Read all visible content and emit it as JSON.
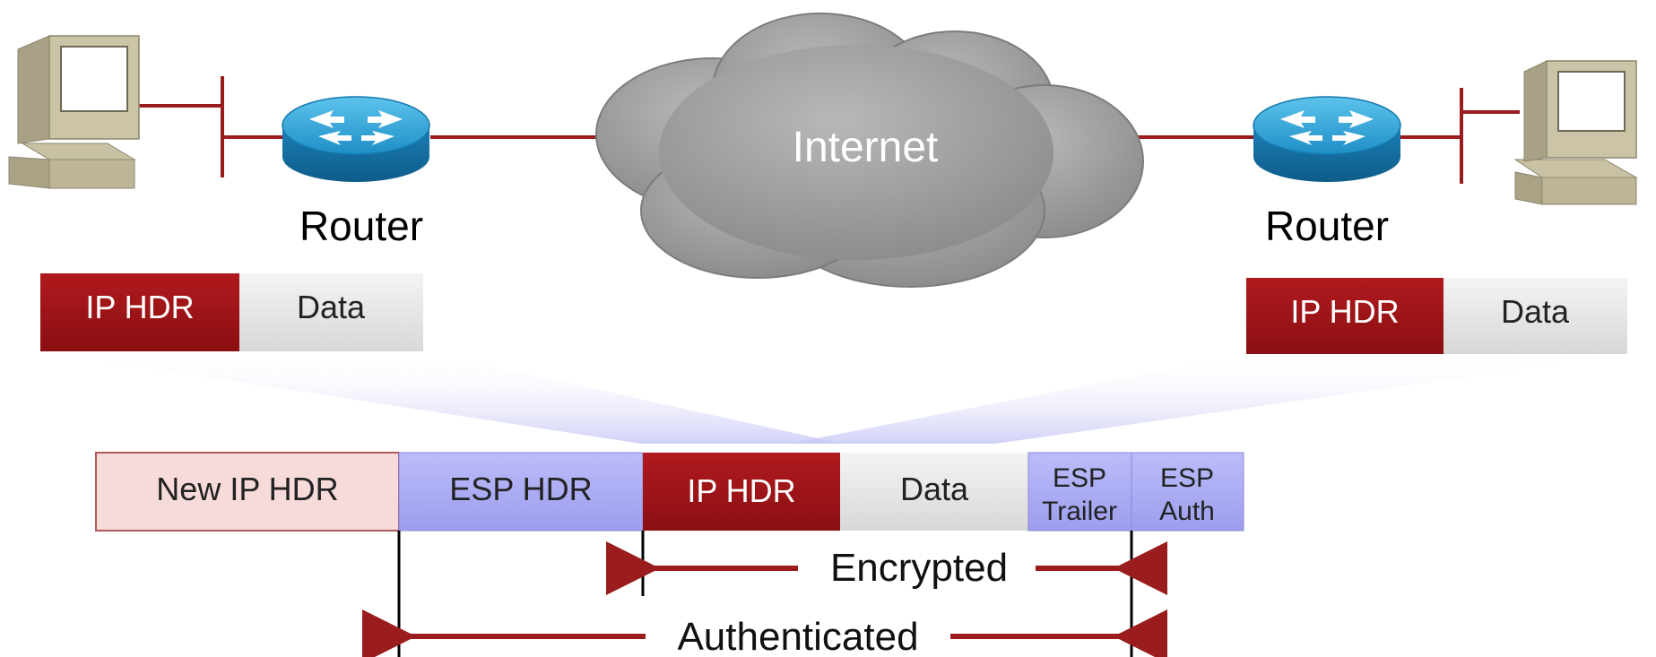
{
  "network": {
    "left_router_label": "Router",
    "right_router_label": "Router",
    "cloud_label": "Internet"
  },
  "left_packet": {
    "header": "IP HDR",
    "data": "Data"
  },
  "right_packet": {
    "header": "IP HDR",
    "data": "Data"
  },
  "esp_packet": {
    "new_ip_hdr": "New IP HDR",
    "esp_hdr": "ESP HDR",
    "ip_hdr": "IP HDR",
    "data": "Data",
    "esp_trailer_line1": "ESP",
    "esp_trailer_line2": "Trailer",
    "esp_auth_line1": "ESP",
    "esp_auth_line2": "Auth"
  },
  "spans": {
    "encrypted": "Encrypted",
    "authenticated": "Authenticated"
  },
  "colors": {
    "link": "#9b1c1c",
    "ip_hdr": "#9b1216",
    "data_cell": "#e2e2e2",
    "new_ip_hdr": "#f7dada",
    "esp": "#a9a9f4",
    "router": "#1d8fc6",
    "cloud": "#9a9a9a"
  }
}
